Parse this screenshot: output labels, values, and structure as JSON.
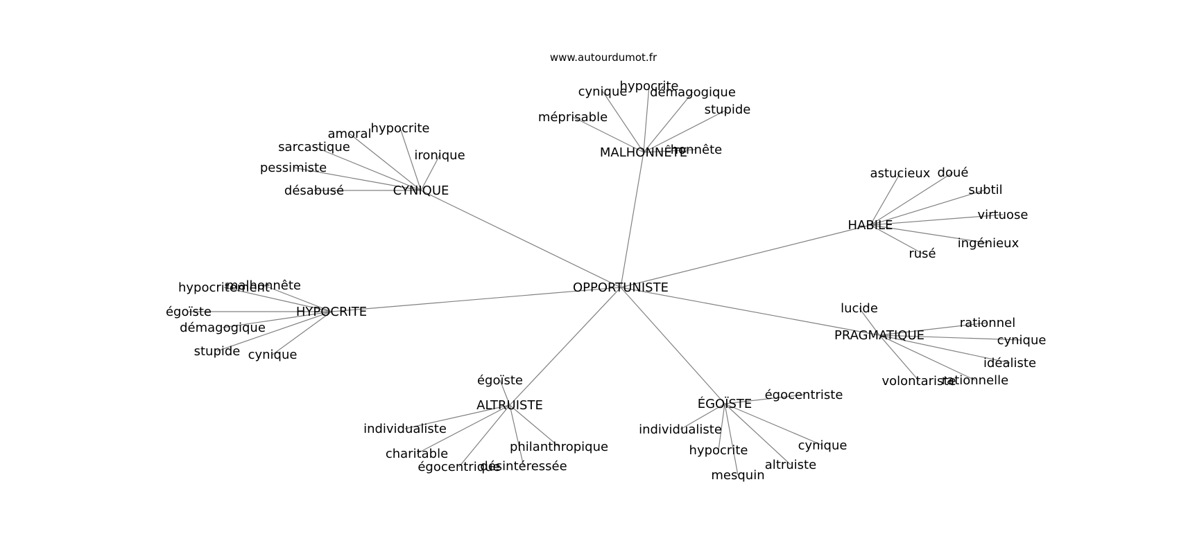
{
  "source": "www.autourdumot.fr",
  "nodes": [
    {
      "id": "root",
      "label": "OPPORTUNISTE"
    },
    {
      "id": "cyn",
      "label": "CYNIQUE"
    },
    {
      "id": "mal",
      "label": "MALHONNÊTE"
    },
    {
      "id": "hab",
      "label": "HABILE"
    },
    {
      "id": "hyp",
      "label": "HYPOCRITE"
    },
    {
      "id": "pra",
      "label": "PRAGMATIQUE"
    },
    {
      "id": "alt",
      "label": "ALTRUISTE"
    },
    {
      "id": "ego",
      "label": "ÉGOÏSTE"
    },
    {
      "id": "cyn_1",
      "label": "amoral"
    },
    {
      "id": "cyn_2",
      "label": "hypocrite"
    },
    {
      "id": "cyn_3",
      "label": "sarcastique"
    },
    {
      "id": "cyn_4",
      "label": "ironique"
    },
    {
      "id": "cyn_5",
      "label": "pessimiste"
    },
    {
      "id": "cyn_6",
      "label": "désabusé"
    },
    {
      "id": "mal_1",
      "label": "cynique"
    },
    {
      "id": "mal_2",
      "label": "hypocrite"
    },
    {
      "id": "mal_3",
      "label": "démagogique"
    },
    {
      "id": "mal_4",
      "label": "stupide"
    },
    {
      "id": "mal_5",
      "label": "méprisable"
    },
    {
      "id": "mal_6",
      "label": "honnête"
    },
    {
      "id": "hab_1",
      "label": "astucieux"
    },
    {
      "id": "hab_2",
      "label": "doué"
    },
    {
      "id": "hab_3",
      "label": "subtil"
    },
    {
      "id": "hab_4",
      "label": "virtuose"
    },
    {
      "id": "hab_5",
      "label": "ingénieux"
    },
    {
      "id": "hab_6",
      "label": "rusé"
    },
    {
      "id": "hyp_1",
      "label": "hypocritement"
    },
    {
      "id": "hyp_2",
      "label": "malhonnête"
    },
    {
      "id": "hyp_3",
      "label": "égoïste"
    },
    {
      "id": "hyp_4",
      "label": "démagogique"
    },
    {
      "id": "hyp_5",
      "label": "stupide"
    },
    {
      "id": "hyp_6",
      "label": "cynique"
    },
    {
      "id": "pra_1",
      "label": "lucide"
    },
    {
      "id": "pra_2",
      "label": "rationnel"
    },
    {
      "id": "pra_3",
      "label": "cynique"
    },
    {
      "id": "pra_4",
      "label": "idéaliste"
    },
    {
      "id": "pra_5",
      "label": "volontariste"
    },
    {
      "id": "pra_6",
      "label": "rationnelle"
    },
    {
      "id": "alt_1",
      "label": "égoïste"
    },
    {
      "id": "alt_2",
      "label": "individualiste"
    },
    {
      "id": "alt_3",
      "label": "charitable"
    },
    {
      "id": "alt_4",
      "label": "philanthropique"
    },
    {
      "id": "alt_5",
      "label": "égocentrique"
    },
    {
      "id": "alt_6",
      "label": "désintéressée"
    },
    {
      "id": "ego_1",
      "label": "égocentriste"
    },
    {
      "id": "ego_2",
      "label": "individualiste"
    },
    {
      "id": "ego_3",
      "label": "hypocrite"
    },
    {
      "id": "ego_4",
      "label": "cynique"
    },
    {
      "id": "ego_5",
      "label": "altruiste"
    },
    {
      "id": "ego_6",
      "label": "mesquin"
    }
  ],
  "edges": [
    [
      "root",
      "cyn"
    ],
    [
      "root",
      "mal"
    ],
    [
      "root",
      "hab"
    ],
    [
      "root",
      "hyp"
    ],
    [
      "root",
      "pra"
    ],
    [
      "root",
      "alt"
    ],
    [
      "root",
      "ego"
    ],
    [
      "cyn",
      "cyn_1"
    ],
    [
      "cyn",
      "cyn_2"
    ],
    [
      "cyn",
      "cyn_3"
    ],
    [
      "cyn",
      "cyn_4"
    ],
    [
      "cyn",
      "cyn_5"
    ],
    [
      "cyn",
      "cyn_6"
    ],
    [
      "mal",
      "mal_1"
    ],
    [
      "mal",
      "mal_2"
    ],
    [
      "mal",
      "mal_3"
    ],
    [
      "mal",
      "mal_4"
    ],
    [
      "mal",
      "mal_5"
    ],
    [
      "mal",
      "mal_6"
    ],
    [
      "hab",
      "hab_1"
    ],
    [
      "hab",
      "hab_2"
    ],
    [
      "hab",
      "hab_3"
    ],
    [
      "hab",
      "hab_4"
    ],
    [
      "hab",
      "hab_5"
    ],
    [
      "hab",
      "hab_6"
    ],
    [
      "hyp",
      "hyp_1"
    ],
    [
      "hyp",
      "hyp_2"
    ],
    [
      "hyp",
      "hyp_3"
    ],
    [
      "hyp",
      "hyp_4"
    ],
    [
      "hyp",
      "hyp_5"
    ],
    [
      "hyp",
      "hyp_6"
    ],
    [
      "pra",
      "pra_1"
    ],
    [
      "pra",
      "pra_2"
    ],
    [
      "pra",
      "pra_3"
    ],
    [
      "pra",
      "pra_4"
    ],
    [
      "pra",
      "pra_5"
    ],
    [
      "pra",
      "pra_6"
    ],
    [
      "alt",
      "alt_1"
    ],
    [
      "alt",
      "alt_2"
    ],
    [
      "alt",
      "alt_3"
    ],
    [
      "alt",
      "alt_4"
    ],
    [
      "alt",
      "alt_5"
    ],
    [
      "alt",
      "alt_6"
    ],
    [
      "ego",
      "ego_1"
    ],
    [
      "ego",
      "ego_2"
    ],
    [
      "ego",
      "ego_3"
    ],
    [
      "ego",
      "ego_4"
    ],
    [
      "ego",
      "ego_5"
    ],
    [
      "ego",
      "ego_6"
    ]
  ]
}
